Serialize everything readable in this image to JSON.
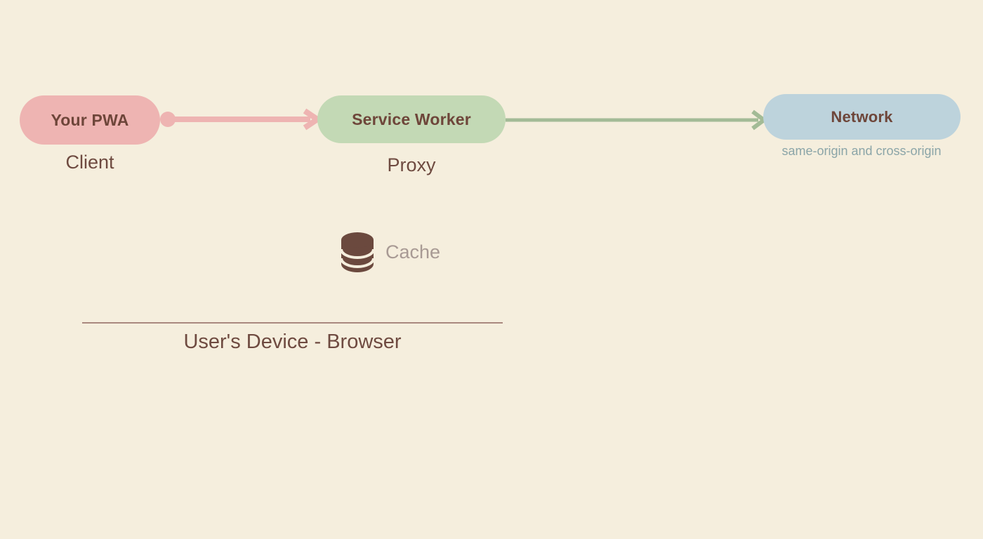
{
  "diagram": {
    "background_color": "#f5eedd",
    "nodes": [
      {
        "id": "pwa",
        "label": "Your PWA",
        "caption": "Client",
        "fill": "#eeb4b2",
        "text_color": "#6e463a"
      },
      {
        "id": "service-worker",
        "label": "Service Worker",
        "caption": "Proxy",
        "fill": "#c3d9b5",
        "text_color": "#6e463a"
      },
      {
        "id": "network",
        "label": "Network",
        "caption": "same-origin and cross-origin",
        "fill": "#bdd3dc",
        "text_color": "#6e463a",
        "caption_color": "#8ba5a8"
      }
    ],
    "connectors": [
      {
        "id": "pwa-to-sw",
        "from": "pwa",
        "to": "service-worker",
        "color": "#eeb4b2",
        "start_marker": "dot",
        "end_marker": "arrow"
      },
      {
        "id": "sw-to-network",
        "from": "service-worker",
        "to": "network",
        "color": "#a3bb96",
        "start_marker": "none",
        "end_marker": "arrow"
      }
    ],
    "cache": {
      "icon": "database-cylinder-icon",
      "label": "Cache",
      "icon_color": "#6b493e",
      "label_color": "#a89a94"
    },
    "device_boundary": {
      "label": "User's Device - Browser",
      "line_color": "#a9887e",
      "text_color": "#6e4a40"
    }
  }
}
